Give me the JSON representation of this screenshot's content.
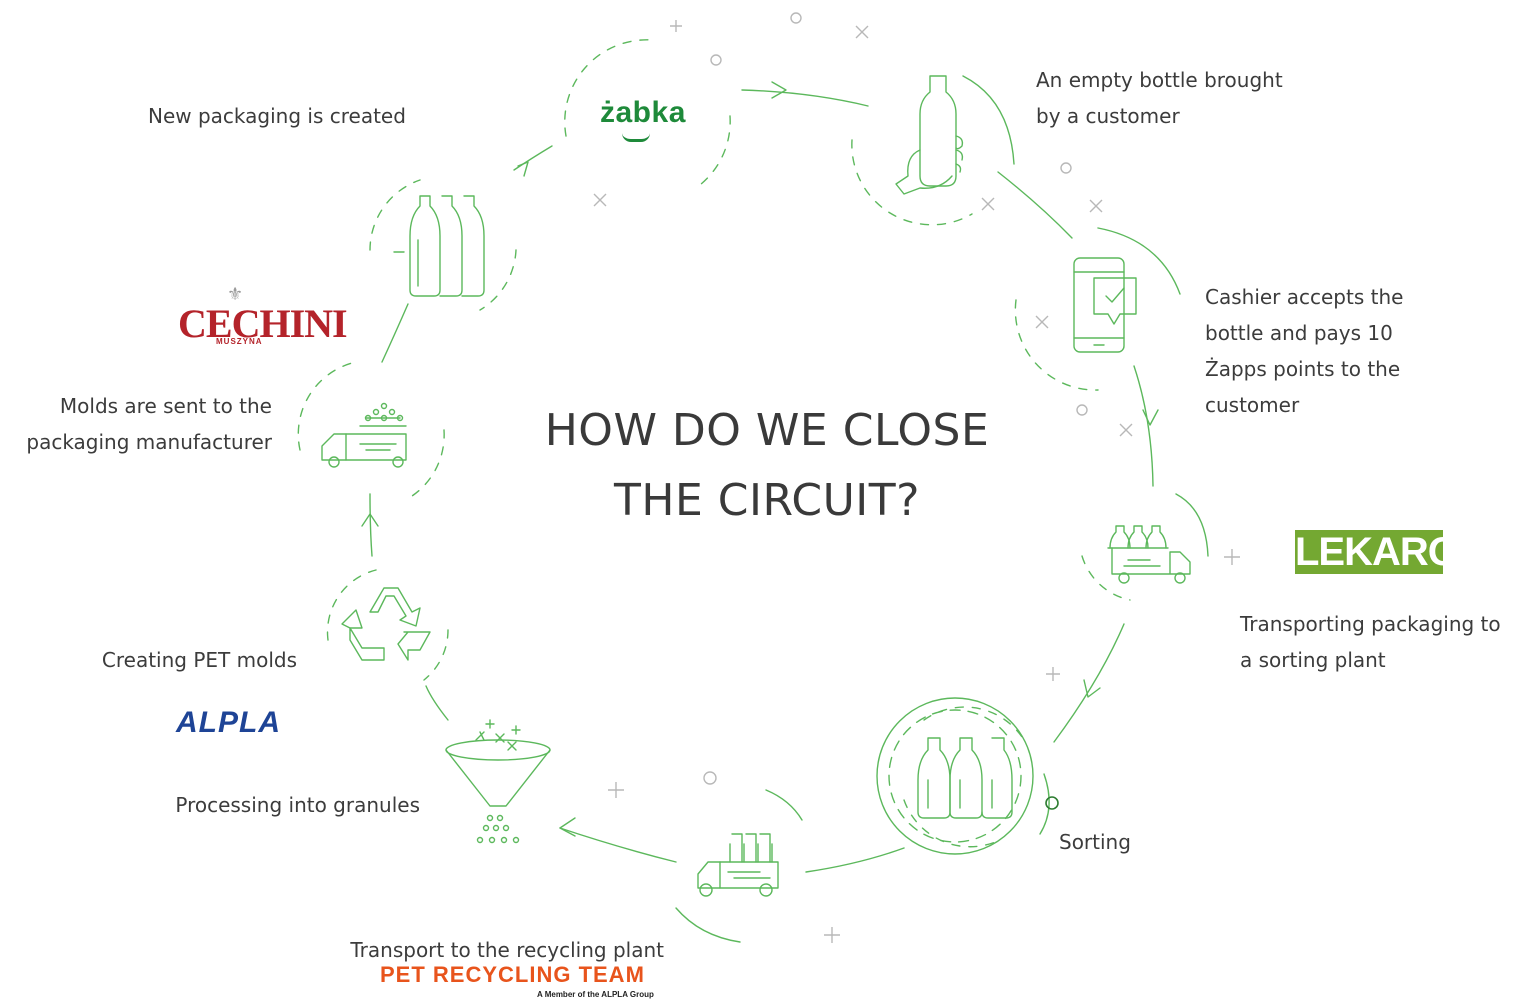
{
  "title": {
    "line1": "HOW DO WE CLOSE",
    "line2": "THE CIRCUIT?"
  },
  "steps": [
    {
      "lines": [
        "An empty bottle brought",
        "by a customer"
      ]
    },
    {
      "lines": [
        "Cashier accepts the",
        "bottle and pays 10",
        "Żapps points to the",
        "customer"
      ]
    },
    {
      "lines": [
        "Transporting packaging to",
        "a sorting plant"
      ]
    },
    {
      "lines": [
        "Sorting"
      ]
    },
    {
      "lines": [
        "Transport to the recycling plant"
      ]
    },
    {
      "lines": [
        "Processing into granules"
      ]
    },
    {
      "lines": [
        "Creating PET molds"
      ]
    },
    {
      "lines": [
        "Molds are sent to the",
        "packaging manufacturer"
      ]
    },
    {
      "lines": [
        "New packaging is created"
      ]
    }
  ],
  "logos": {
    "zabka": "żabka",
    "cechini": "CECHINI",
    "cechini_sub": "MUSZYNA",
    "lekaro": "LEKARO",
    "alpla": "ALPLA",
    "pet_recycling_team": "PET RECYCLING TEAM",
    "pet_recycling_team_sub": "A Member of the ALPLA Group"
  },
  "colors": {
    "green": "#5cb85c",
    "dark_green": "#2e8b3a",
    "text": "#3c3c3c",
    "deco": "#b0b0b0"
  },
  "icons": [
    "hand-bottle-icon",
    "phone-check-icon",
    "truck-bottles-icon",
    "sorting-bottles-icon",
    "truck-bottles-icon",
    "funnel-granules-icon",
    "recycle-icon",
    "truck-granules-icon",
    "bottles-icon"
  ]
}
